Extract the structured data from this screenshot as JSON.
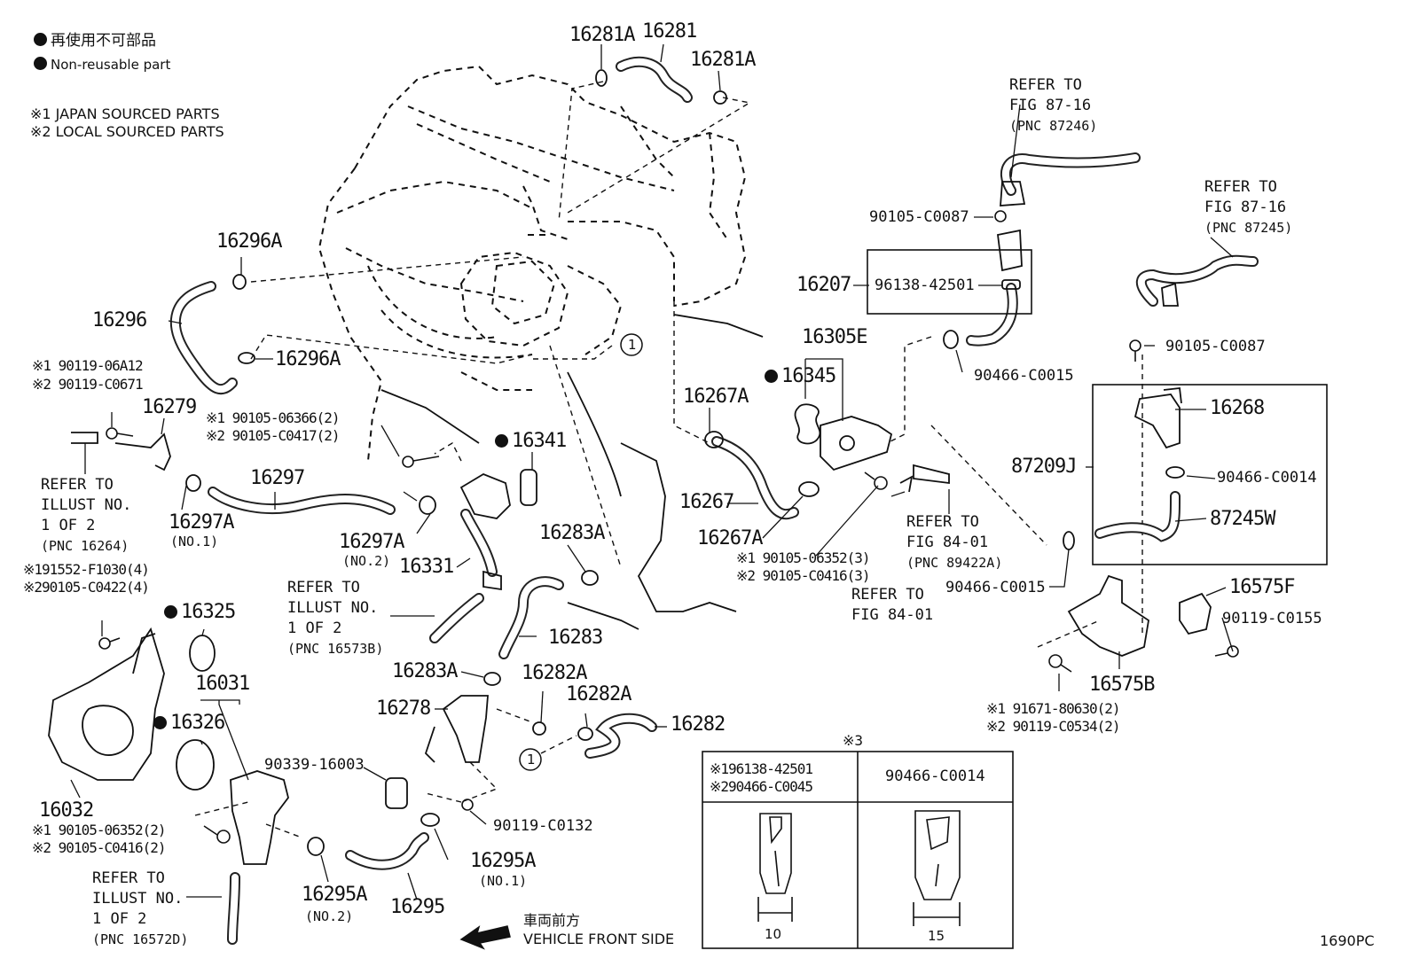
{
  "legend": {
    "non_reusable_jp": "再使用不可部品",
    "non_reusable_en": "Non-reusable part",
    "note1": "※1  JAPAN SOURCED PARTS",
    "note2": "※2  LOCAL SOURCED PARTS"
  },
  "labels": {
    "p16281A_a": "16281A",
    "p16281": "16281",
    "p16281A_b": "16281A",
    "p16296A_a": "16296A",
    "p16296": "16296",
    "p16296A_b": "16296A",
    "p16279": "16279",
    "bolt_90119_06A12": "※1 90119-06A12",
    "bolt_90119_C0671": "※2 90119-C0671",
    "bolt_90105_06366": "※1 90105-06366(2)",
    "bolt_90105_C0417": "※2 90105-C0417(2)",
    "p16297": "16297",
    "p16297A_no1": "16297A",
    "no1_a": "(NO.1)",
    "p16297A_no2": "16297A",
    "no2_a": "(NO.2)",
    "p16341": "16341",
    "p16331": "16331",
    "p16283A_a": "16283A",
    "p16283": "16283",
    "p16283A_b": "16283A",
    "p16282A_a": "16282A",
    "p16282A_b": "16282A",
    "p16282": "16282",
    "p16278": "16278",
    "p90339_16003": "90339-16003",
    "p90119_C0132": "90119-C0132",
    "p16295A_no1": "16295A",
    "no1_b": "(NO.1)",
    "p16295A_no2": "16295A",
    "no2_b": "(NO.2)",
    "p16295": "16295",
    "bolt_91552": "※191552-F1030(4)",
    "bolt_90105_C0422": "※290105-C0422(4)",
    "p16325": "16325",
    "p16031": "16031",
    "p16326": "16326",
    "p16032": "16032",
    "bolt_90105_06352_a": "※1 90105-06352(2)",
    "bolt_90105_C0416_a": "※2 90105-C0416(2)",
    "p16267A_a": "16267A",
    "p16345": "16345",
    "p16305E": "16305E",
    "p16267": "16267",
    "p16267A_b": "16267A",
    "bolt_90105_06352_b": "※1 90105-06352(3)",
    "bolt_90105_C0416_b": "※2 90105-C0416(3)",
    "p90105_C0087_a": "90105-C0087",
    "p16207": "16207",
    "p96138_42501": "96138-42501",
    "p90466_C0015_a": "90466-C0015",
    "p90105_C0087_b": "90105-C0087",
    "p16268": "16268",
    "p87209J": "87209J",
    "p90466_C0014": "90466-C0014",
    "p87245W": "87245W",
    "p90466_C0015_b": "90466-C0015",
    "p16575F": "16575F",
    "p90119_C0155": "90119-C0155",
    "p16575B": "16575B",
    "bolt_91671": "※1 91671-80630(2)",
    "bolt_90119_C0534": "※2 90119-C0534(2)",
    "circle1": "1"
  },
  "refs": {
    "ref_16264": {
      "l1": "REFER TO",
      "l2": "ILLUST NO.",
      "l3": "1 OF 2",
      "pnc": "(PNC 16264)"
    },
    "ref_16573B": {
      "l1": "REFER TO",
      "l2": "ILLUST NO.",
      "l3": "1 OF 2",
      "pnc": "(PNC 16573B)"
    },
    "ref_16572D": {
      "l1": "REFER TO",
      "l2": "ILLUST NO.",
      "l3": "1 OF 2",
      "pnc": "(PNC 16572D)"
    },
    "ref_87246": {
      "l1": "REFER TO",
      "l2": "FIG 87-16",
      "pnc": "(PNC 87246)"
    },
    "ref_87245": {
      "l1": "REFER TO",
      "l2": "FIG 87-16",
      "pnc": "(PNC 87245)"
    },
    "ref_89422A": {
      "l1": "REFER TO",
      "l2": "FIG 84-01",
      "pnc": "(PNC 89422A)"
    },
    "ref_8401": {
      "l1": "REFER TO",
      "l2": "FIG 84-01"
    }
  },
  "clamp_table": {
    "title": "※3",
    "col1_l1": "※196138-42501",
    "col1_l2": "※290466-C0045",
    "col2": "90466-C0014",
    "dim1": "10",
    "dim2": "15"
  },
  "footer": {
    "front_jp": "車両前方",
    "front_en": "VEHICLE FRONT SIDE",
    "fig_code": "1690PC"
  }
}
